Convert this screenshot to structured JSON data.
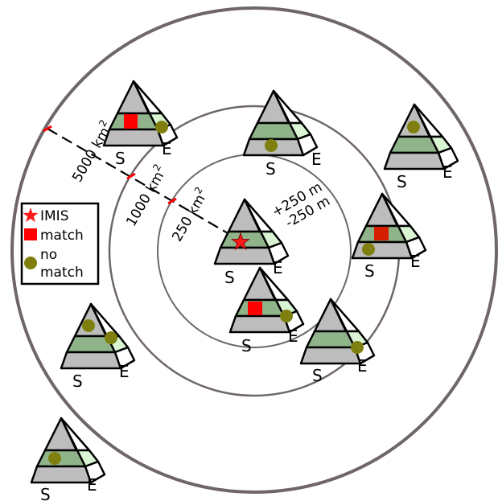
{
  "rings": [
    {
      "label": "5000 km",
      "superscript": "2"
    },
    {
      "label": "1000 km",
      "superscript": "2"
    },
    {
      "label": "250 km",
      "superscript": "2"
    }
  ],
  "elevation": {
    "plus": "+250 m",
    "minus": "-250 m"
  },
  "legend": {
    "items": [
      {
        "symbol": "star",
        "label": "IMIS"
      },
      {
        "symbol": "square",
        "label": "match"
      },
      {
        "symbol": "circle",
        "label": "no",
        "label2": "match"
      }
    ]
  },
  "pyramid_labels": {
    "south": "S",
    "east": "E"
  },
  "colors": {
    "ring": "#6e666b",
    "stone": "#bdbdbd",
    "band_green": "#8fb48a",
    "face_green": "#d9f5d3",
    "match": "#ff0000",
    "match_dark": "#d42000",
    "nomatch": "#7f7f0f",
    "star": "#ff1a1a"
  },
  "pyramids": [
    {
      "id": "center-imis",
      "marker": "star"
    },
    {
      "id": "inner-south",
      "marker": "square"
    },
    {
      "id": "top-left",
      "marker": "square"
    },
    {
      "id": "top-middle",
      "marker": "circle"
    },
    {
      "id": "top-right",
      "marker": "circle"
    },
    {
      "id": "right-middle",
      "marker": "square-dark+circle"
    },
    {
      "id": "lower-right",
      "marker": "circle"
    },
    {
      "id": "left-middle",
      "marker": "circle+circle"
    },
    {
      "id": "bottom-left",
      "marker": "circle"
    }
  ]
}
